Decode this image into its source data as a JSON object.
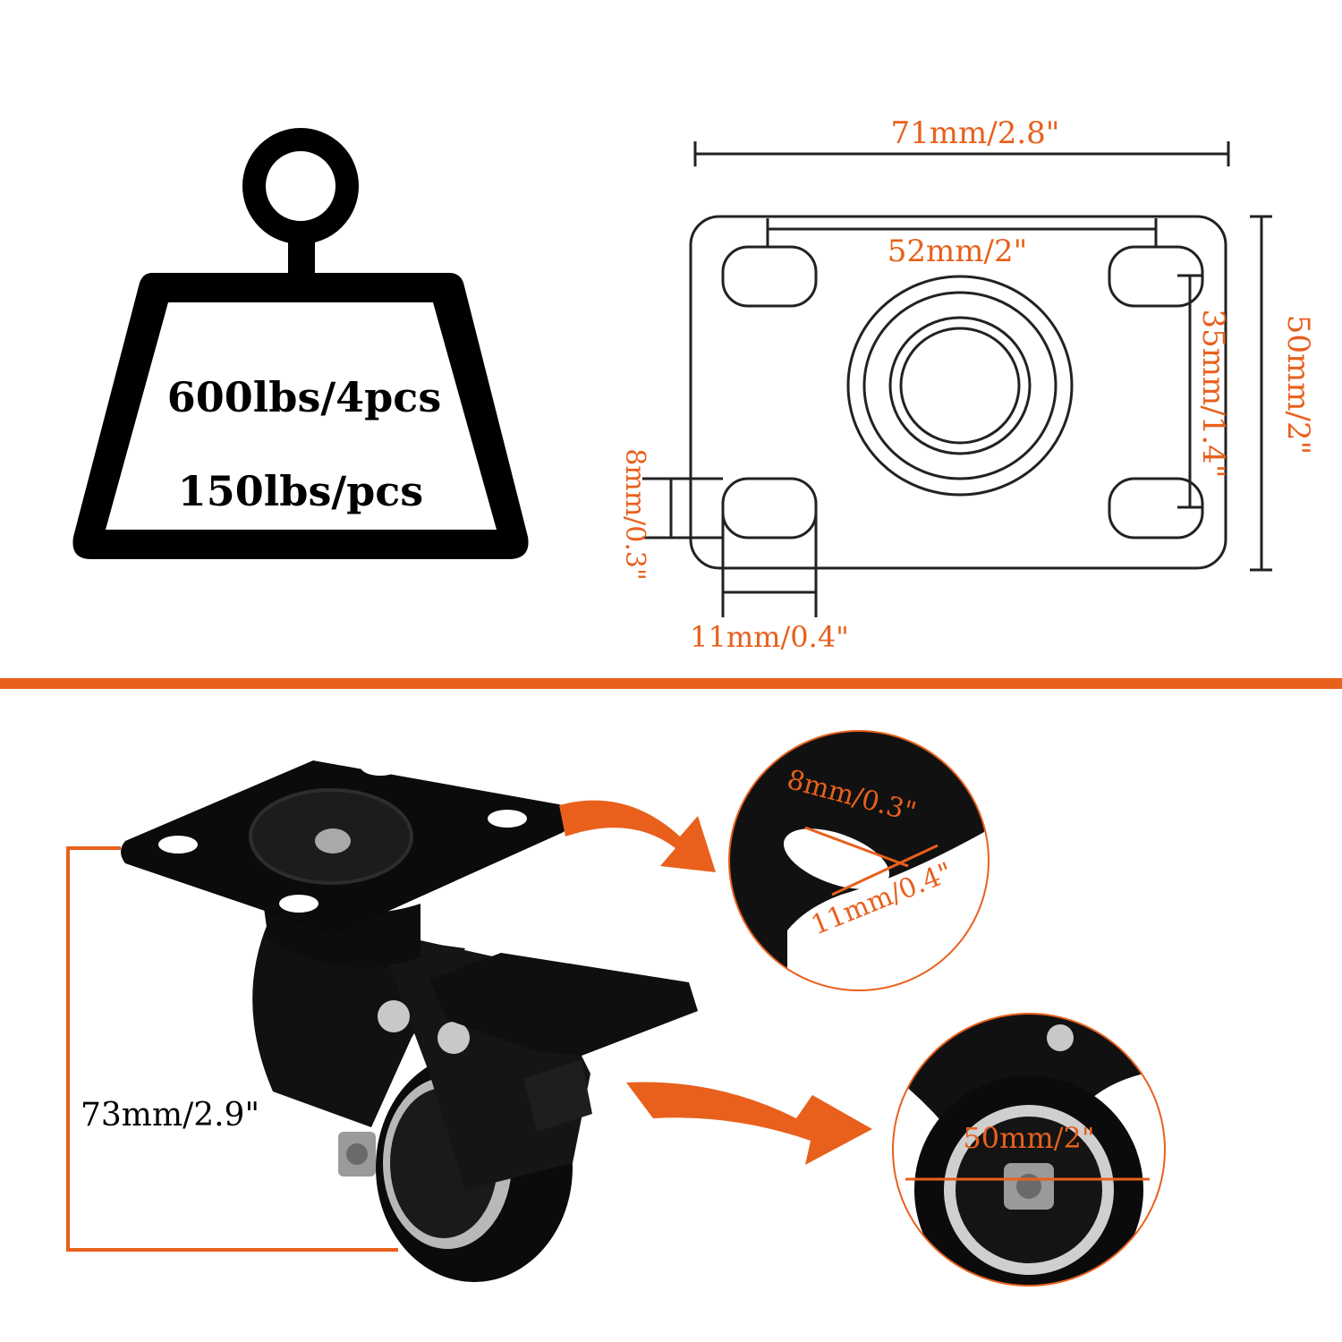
{
  "colors": {
    "accent": "#E8601C",
    "ink": "#000000",
    "line": "#333333"
  },
  "weight": {
    "total_label": "600lbs/4pcs",
    "per_label": "150lbs/pcs"
  },
  "plate_diagram": {
    "width_label": "71mm/2.8\"",
    "hole_spacing_label": "52mm/2\"",
    "height_label": "50mm/2\"",
    "hole_vertical_label": "35mm/1.4\"",
    "slot_height_label": "8mm/0.3\"",
    "slot_width_label": "11mm/0.4\""
  },
  "photo": {
    "caster_height_label": "73mm/2.9\"",
    "zoom_slot_height_label": "8mm/0.3\"",
    "zoom_slot_width_label": "11mm/0.4\"",
    "wheel_diameter_label": "50mm/2\""
  }
}
